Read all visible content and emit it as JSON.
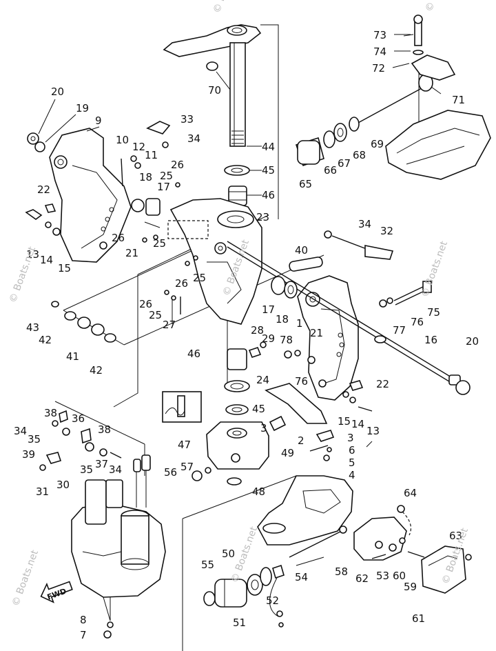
{
  "diagram": {
    "part_numbers": [
      "1",
      "2",
      "3",
      "3",
      "4",
      "5",
      "6",
      "7",
      "8",
      "9",
      "10",
      "11",
      "12",
      "13",
      "13",
      "14",
      "14",
      "15",
      "15",
      "16",
      "17",
      "17",
      "18",
      "18",
      "19",
      "20",
      "20",
      "21",
      "21",
      "22",
      "22",
      "23",
      "24",
      "25",
      "25",
      "25",
      "25",
      "26",
      "26",
      "26",
      "26",
      "27",
      "28",
      "29",
      "30",
      "31",
      "32",
      "33",
      "34",
      "34",
      "34",
      "34",
      "35",
      "35",
      "36",
      "37",
      "38",
      "38",
      "39",
      "40",
      "41",
      "42",
      "42",
      "43",
      "44",
      "45",
      "45",
      "46",
      "46",
      "47",
      "48",
      "49",
      "50",
      "51",
      "52",
      "53",
      "54",
      "55",
      "56",
      "57",
      "58",
      "59",
      "60",
      "61",
      "62",
      "63",
      "64",
      "65",
      "66",
      "67",
      "68",
      "69",
      "70",
      "71",
      "72",
      "73",
      "74",
      "75",
      "76",
      "76",
      "77",
      "78"
    ],
    "fwd_label": "FWD",
    "watermark": "© Boats.net"
  }
}
